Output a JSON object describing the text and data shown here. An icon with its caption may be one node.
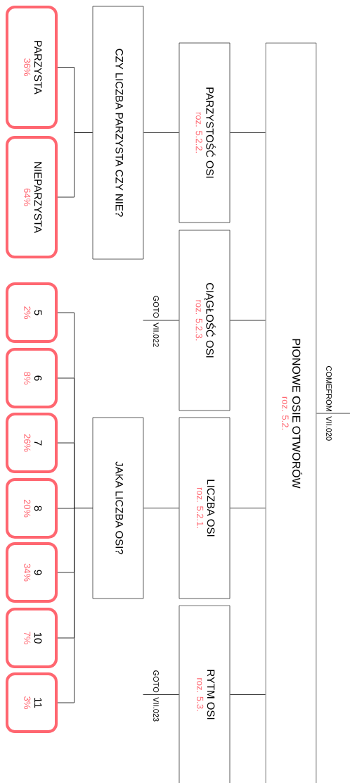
{
  "diagram": {
    "nodes": [
      {
        "text": [
          "PIONOWE OSIE OTWORÓW",
          "roz. 5.2."
        ]
      },
      {
        "text": [
          "PARZYSTOŚĆ OSI",
          "roz. 5.2.2."
        ]
      },
      {
        "text": [
          "CIĄGŁOŚĆ OSI",
          "roz. 5.2.3."
        ]
      },
      {
        "text": [
          "LICZBA OSI",
          "roz. 5.2.1."
        ]
      },
      {
        "text": [
          "RYTM OSI",
          "roz. 5.3."
        ]
      },
      {
        "text": [
          "CZY LICZBA PARZYSTA CZY NIE?"
        ]
      },
      {
        "text": [
          "JAKA LICZBA OSI?"
        ]
      },
      {
        "text": [
          "PARZYSTA",
          "36%"
        ]
      },
      {
        "text": [
          "NIEPARZYSTA",
          "64%"
        ]
      },
      {
        "text": [
          "5",
          "2%"
        ]
      },
      {
        "text": [
          "6",
          "8%"
        ]
      },
      {
        "text": [
          "7",
          "26%"
        ]
      },
      {
        "text": [
          "8",
          "20%"
        ]
      },
      {
        "text": [
          "9",
          "34%"
        ]
      },
      {
        "text": [
          "10",
          "7%"
        ]
      },
      {
        "text": [
          "11",
          "3%"
        ]
      }
    ],
    "edges": [
      {
        "from": 0,
        "to": 1,
        "arrow": "none"
      },
      {
        "from": 0,
        "to": 2,
        "arrow": "none"
      },
      {
        "from": 0,
        "to": 3,
        "arrow": "none"
      },
      {
        "from": 0,
        "to": 4,
        "arrow": "none"
      },
      {
        "from": 1,
        "to": 5,
        "arrow": "none"
      },
      {
        "from": 3,
        "to": 6,
        "arrow": "none"
      },
      {
        "from": 5,
        "to": 7,
        "arrow": "none"
      },
      {
        "from": 5,
        "to": 8,
        "arrow": "none"
      },
      {
        "from": 6,
        "to": 9,
        "arrow": "none"
      },
      {
        "from": 6,
        "to": 10,
        "arrow": "none"
      },
      {
        "from": 6,
        "to": 11,
        "arrow": "none"
      },
      {
        "from": 6,
        "to": 12,
        "arrow": "none"
      },
      {
        "from": 6,
        "to": 13,
        "arrow": "none"
      },
      {
        "from": 6,
        "to": 14,
        "arrow": "none"
      },
      {
        "from": 6,
        "to": 15,
        "arrow": "none"
      },
      {
        "from": 0,
        "to": null,
        "arrow": "none"
      },
      {
        "from": 2,
        "to": null,
        "arrow": "none"
      },
      {
        "from": 4,
        "to": null,
        "arrow": "none"
      }
    ],
    "labels": [
      "COMEFROM",
      "VII.020",
      "GOTO",
      "VII.022",
      "GOTO",
      "VII.023"
    ]
  }
}
